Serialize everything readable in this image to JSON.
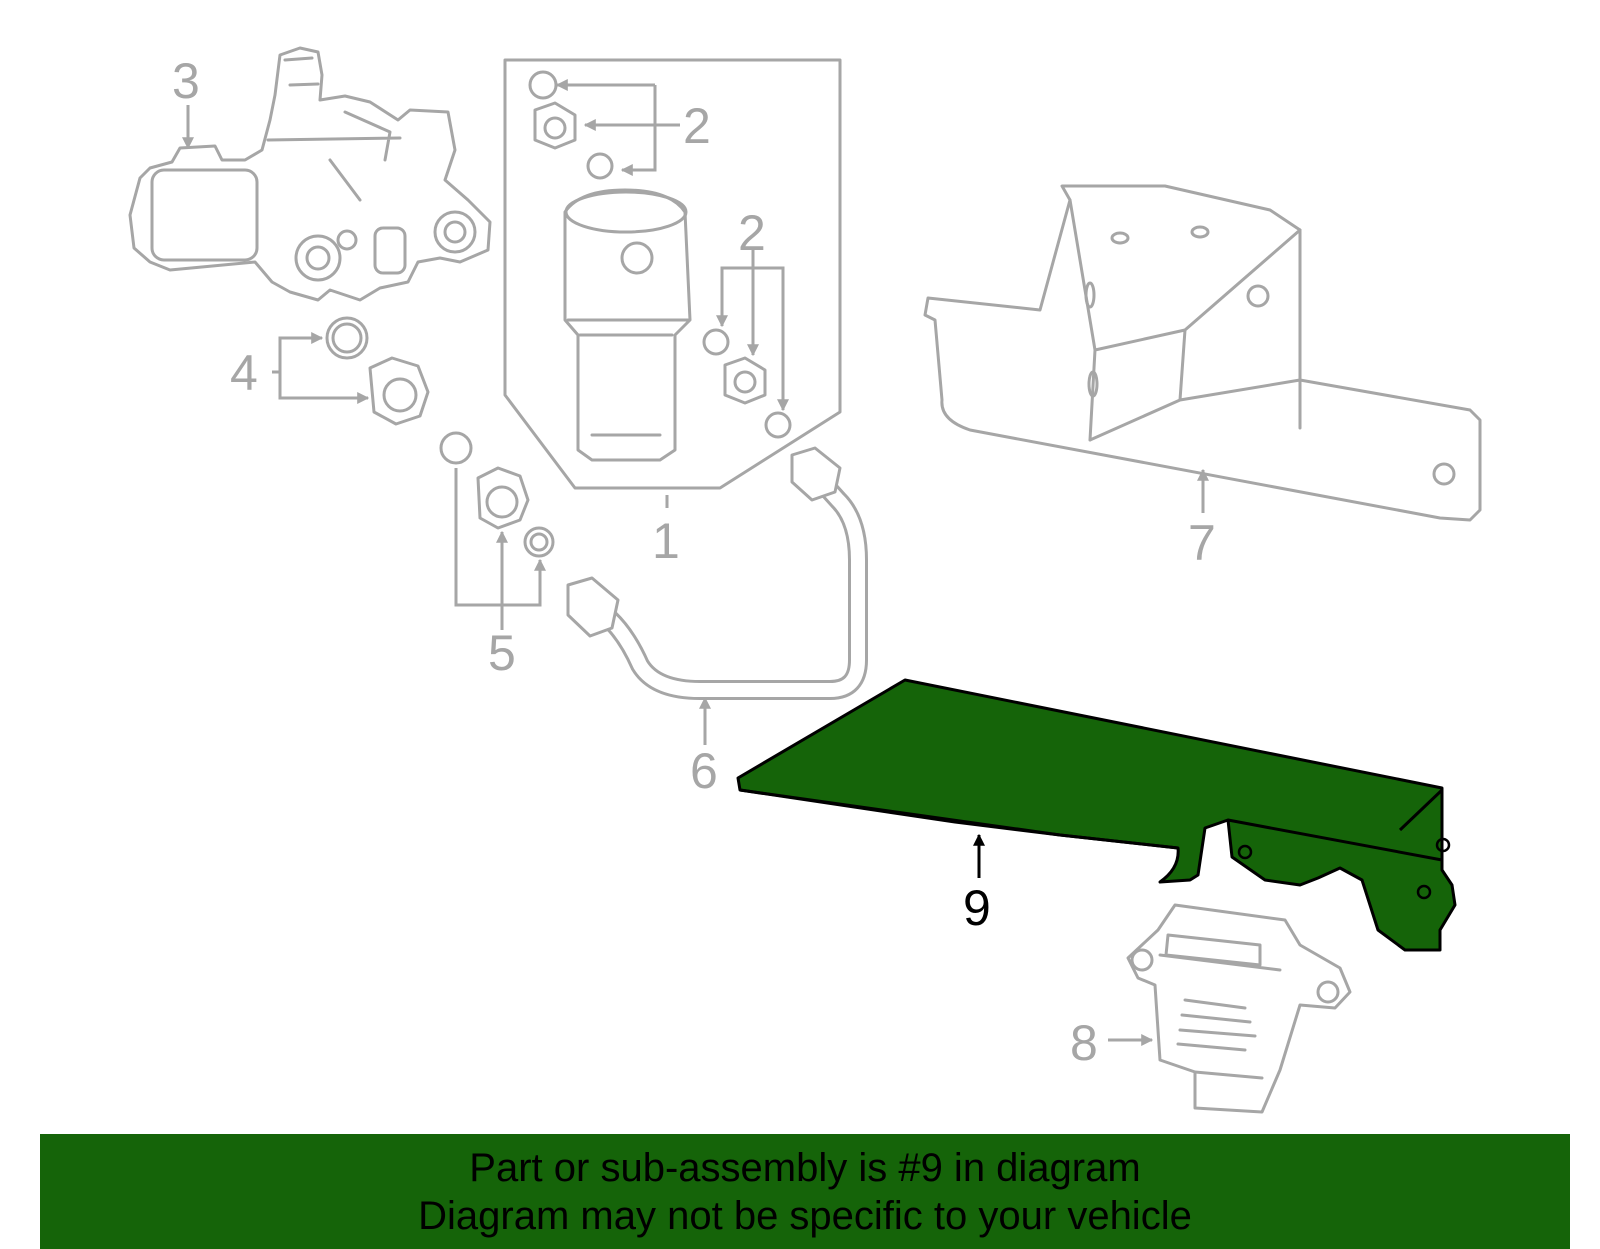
{
  "callouts": {
    "c1": "1",
    "c2a": "2",
    "c2b": "2",
    "c3": "3",
    "c4": "4",
    "c5": "5",
    "c6": "6",
    "c7": "7",
    "c8": "8",
    "c9": "9"
  },
  "highlight": {
    "part_number": "9",
    "color": "#156409",
    "outline_color": "#000000"
  },
  "part_colors": {
    "line": "#a6a6a6",
    "background": "#ffffff"
  },
  "banner": {
    "line1": "Part or sub-assembly is #9 in diagram",
    "line2": "Diagram may not be specific to your vehicle",
    "background": "#156409"
  }
}
